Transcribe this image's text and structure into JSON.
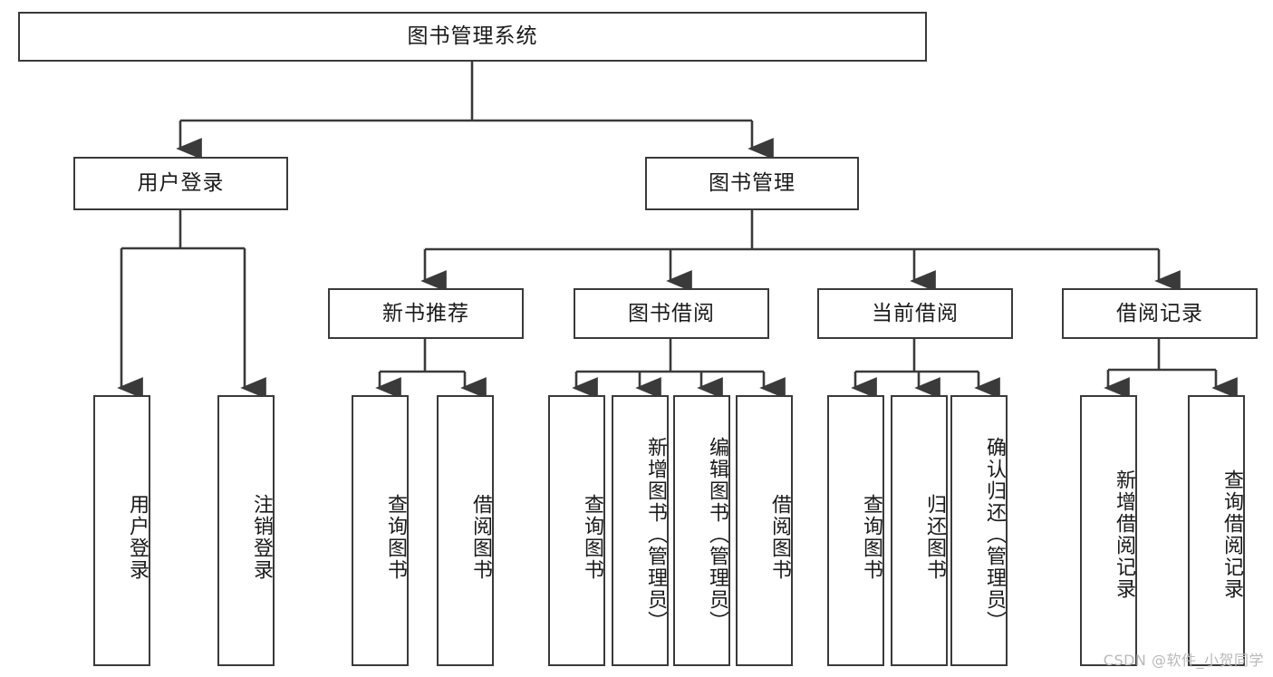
{
  "diagram": {
    "title": "图书管理系统",
    "type": "tree-hierarchy",
    "watermark": "CSDN @软件_小贺同学",
    "colors": {
      "background": "#ffffff",
      "box_border": "#3a3a3a",
      "box_fill": "#ffffff",
      "edge": "#3a3a3a",
      "text": "#1a1a1a",
      "watermark": "#b9b9b9"
    },
    "levels": [
      {
        "level": 1,
        "nodes": [
          {
            "id": "root",
            "label": "图书管理系统",
            "orientation": "horizontal"
          }
        ]
      },
      {
        "level": 2,
        "nodes": [
          {
            "id": "login",
            "label": "用户登录",
            "orientation": "horizontal",
            "parent": "root"
          },
          {
            "id": "bookmgmt",
            "label": "图书管理",
            "orientation": "horizontal",
            "parent": "root"
          }
        ]
      },
      {
        "level": 3,
        "nodes": [
          {
            "id": "newbook",
            "label": "新书推荐",
            "orientation": "horizontal",
            "parent": "bookmgmt"
          },
          {
            "id": "borrow",
            "label": "图书借阅",
            "orientation": "horizontal",
            "parent": "bookmgmt"
          },
          {
            "id": "current",
            "label": "当前借阅",
            "orientation": "horizontal",
            "parent": "bookmgmt"
          },
          {
            "id": "records",
            "label": "借阅记录",
            "orientation": "horizontal",
            "parent": "bookmgmt"
          }
        ]
      },
      {
        "level": 4,
        "nodes": [
          {
            "id": "leaf1",
            "label": "用户登录",
            "orientation": "vertical",
            "parent": "login"
          },
          {
            "id": "leaf2",
            "label": "注销登录",
            "orientation": "vertical",
            "parent": "login"
          },
          {
            "id": "leaf3",
            "label": "查询图书",
            "orientation": "vertical",
            "parent": "newbook"
          },
          {
            "id": "leaf4",
            "label": "借阅图书",
            "orientation": "vertical",
            "parent": "newbook"
          },
          {
            "id": "leaf5",
            "label": "查询图书",
            "orientation": "vertical",
            "parent": "borrow"
          },
          {
            "id": "leaf6",
            "label": "新增图书（管理员）",
            "orientation": "vertical",
            "parent": "borrow"
          },
          {
            "id": "leaf7",
            "label": "编辑图书（管理员）",
            "orientation": "vertical",
            "parent": "borrow"
          },
          {
            "id": "leaf8",
            "label": "借阅图书",
            "orientation": "vertical",
            "parent": "borrow"
          },
          {
            "id": "leaf9",
            "label": "查询图书",
            "orientation": "vertical",
            "parent": "current"
          },
          {
            "id": "leaf10",
            "label": "归还图书",
            "orientation": "vertical",
            "parent": "current"
          },
          {
            "id": "leaf11",
            "label": "确认归还（管理员）",
            "orientation": "vertical",
            "parent": "current"
          },
          {
            "id": "leaf12",
            "label": "新增借阅记录",
            "orientation": "vertical",
            "parent": "records"
          },
          {
            "id": "leaf13",
            "label": "查询借阅记录",
            "orientation": "vertical",
            "parent": "records"
          }
        ]
      }
    ]
  }
}
